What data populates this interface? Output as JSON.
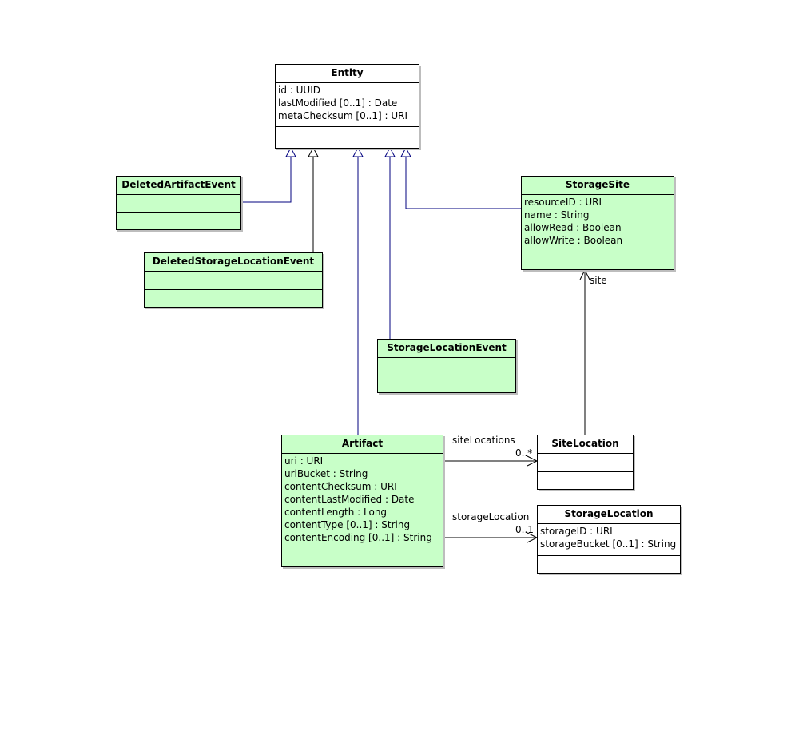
{
  "classes": {
    "entity": {
      "name": "Entity",
      "attributes": [
        "id : UUID",
        "lastModified [0..1] : Date",
        "metaChecksum [0..1] : URI"
      ]
    },
    "deleted_artifact_event": {
      "name": "DeletedArtifactEvent",
      "attributes": []
    },
    "deleted_storage_location_event": {
      "name": "DeletedStorageLocationEvent",
      "attributes": []
    },
    "storage_site": {
      "name": "StorageSite",
      "attributes": [
        "resourceID : URI",
        "name : String",
        "allowRead : Boolean",
        "allowWrite : Boolean"
      ]
    },
    "storage_location_event": {
      "name": "StorageLocationEvent",
      "attributes": []
    },
    "artifact": {
      "name": "Artifact",
      "attributes": [
        "uri : URI",
        "uriBucket : String",
        "contentChecksum : URI",
        "contentLastModified : Date",
        "contentLength : Long",
        "contentType [0..1] : String",
        "contentEncoding [0..1] : String"
      ]
    },
    "site_location": {
      "name": "SiteLocation",
      "attributes": []
    },
    "storage_location": {
      "name": "StorageLocation",
      "attributes": [
        "storageID : URI",
        "storageBucket [0..1] : String"
      ]
    }
  },
  "associations": {
    "site": {
      "role": "site"
    },
    "site_locations": {
      "role": "siteLocations",
      "multiplicity": "0..*"
    },
    "storage_location": {
      "role": "storageLocation",
      "multiplicity": "0..1"
    }
  },
  "colors": {
    "green_fill": "#c8ffc8",
    "generalization_line": "#00007f",
    "association_line": "#000000"
  }
}
